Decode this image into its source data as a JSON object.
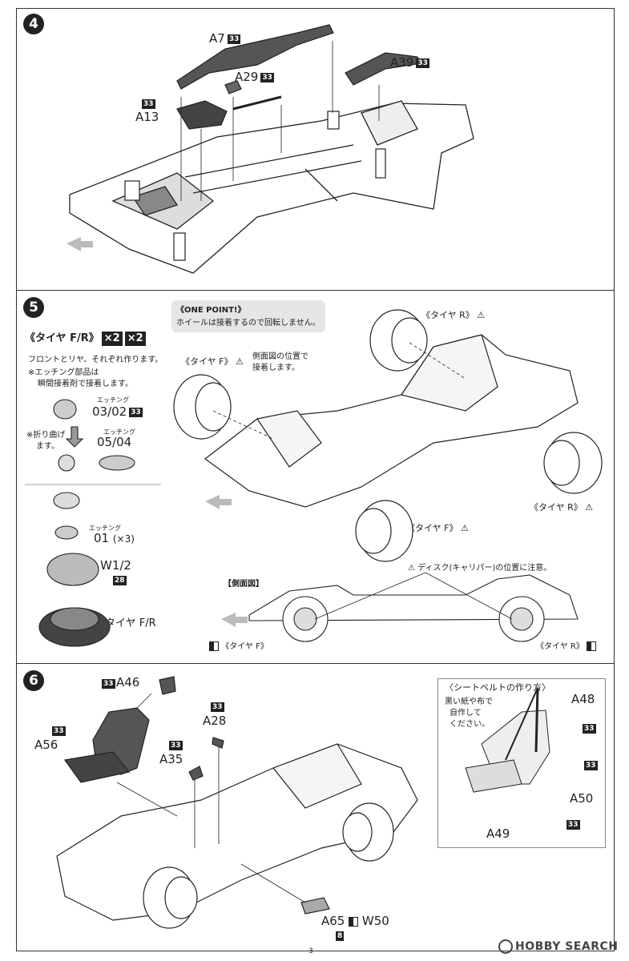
{
  "step4": {
    "number": "4",
    "parts": [
      {
        "code": "A7",
        "tag": "33"
      },
      {
        "code": "A29",
        "tag": "33"
      },
      {
        "code": "A39",
        "tag": "33"
      },
      {
        "code": "A13",
        "tag": "33"
      }
    ]
  },
  "step5": {
    "number": "5",
    "one_point_title": "《ONE POINT!》",
    "one_point_text": "ホイールは接着するので回転しません。",
    "tire_heading": "《タイヤ F/R》",
    "tire_mult_1": "×2",
    "tire_mult_2": "×2",
    "note_front_rear": "フロントとリヤ、それぞれ作ります。",
    "note_etching_1": "※エッチング部品は",
    "note_etching_2": "瞬間接着剤で接着します。",
    "etching_label": "エッチング",
    "part_0302": "03/02",
    "tag_0302": "33",
    "fold_note_1": "※折り曲げ",
    "fold_note_2": "ます。",
    "part_0504": "05/04",
    "part_01": "01",
    "part_01_qty": "(×3)",
    "part_w12": "W1/2",
    "tag_w12": "28",
    "tire_fr_label": "タイヤ F/R",
    "tire_r_top": "《タイヤ R》",
    "tire_f_top": "《タイヤ F》",
    "side_note_1": "側面図の位置で",
    "side_note_2": "接着します。",
    "tire_r_right": "《タイヤ R》",
    "tire_f_bottom": "《タイヤ F》",
    "disc_note": "ディスク(キャリパー)の位置に注意。",
    "side_view_label": "【側面図】",
    "side_tire_f": "《タイヤ F》",
    "side_tire_r": "《タイヤ R》"
  },
  "step6": {
    "number": "6",
    "a46": "A46",
    "a46_tag": "33",
    "a56": "A56",
    "a56_tag": "33",
    "a28": "A28",
    "a28_tag": "33",
    "a35": "A35",
    "a35_tag": "33",
    "a65": "A65",
    "a65_tag": "8",
    "w50": "W50",
    "seatbelt_title": "〈シートベルトの作り方〉",
    "seatbelt_note_1": "黒い紙や布で",
    "seatbelt_note_2": "自作して",
    "seatbelt_note_3": "ください。",
    "a48": "A48",
    "a50": "A50",
    "a49": "A49",
    "seat_tags": [
      "33",
      "33",
      "33"
    ]
  },
  "footer": {
    "page": "3",
    "watermark": "HOBBY SEARCH"
  },
  "colors": {
    "ink": "#222222",
    "arrow_gray": "#bbbbbb",
    "onepoint_bg": "#e6e6e6"
  }
}
